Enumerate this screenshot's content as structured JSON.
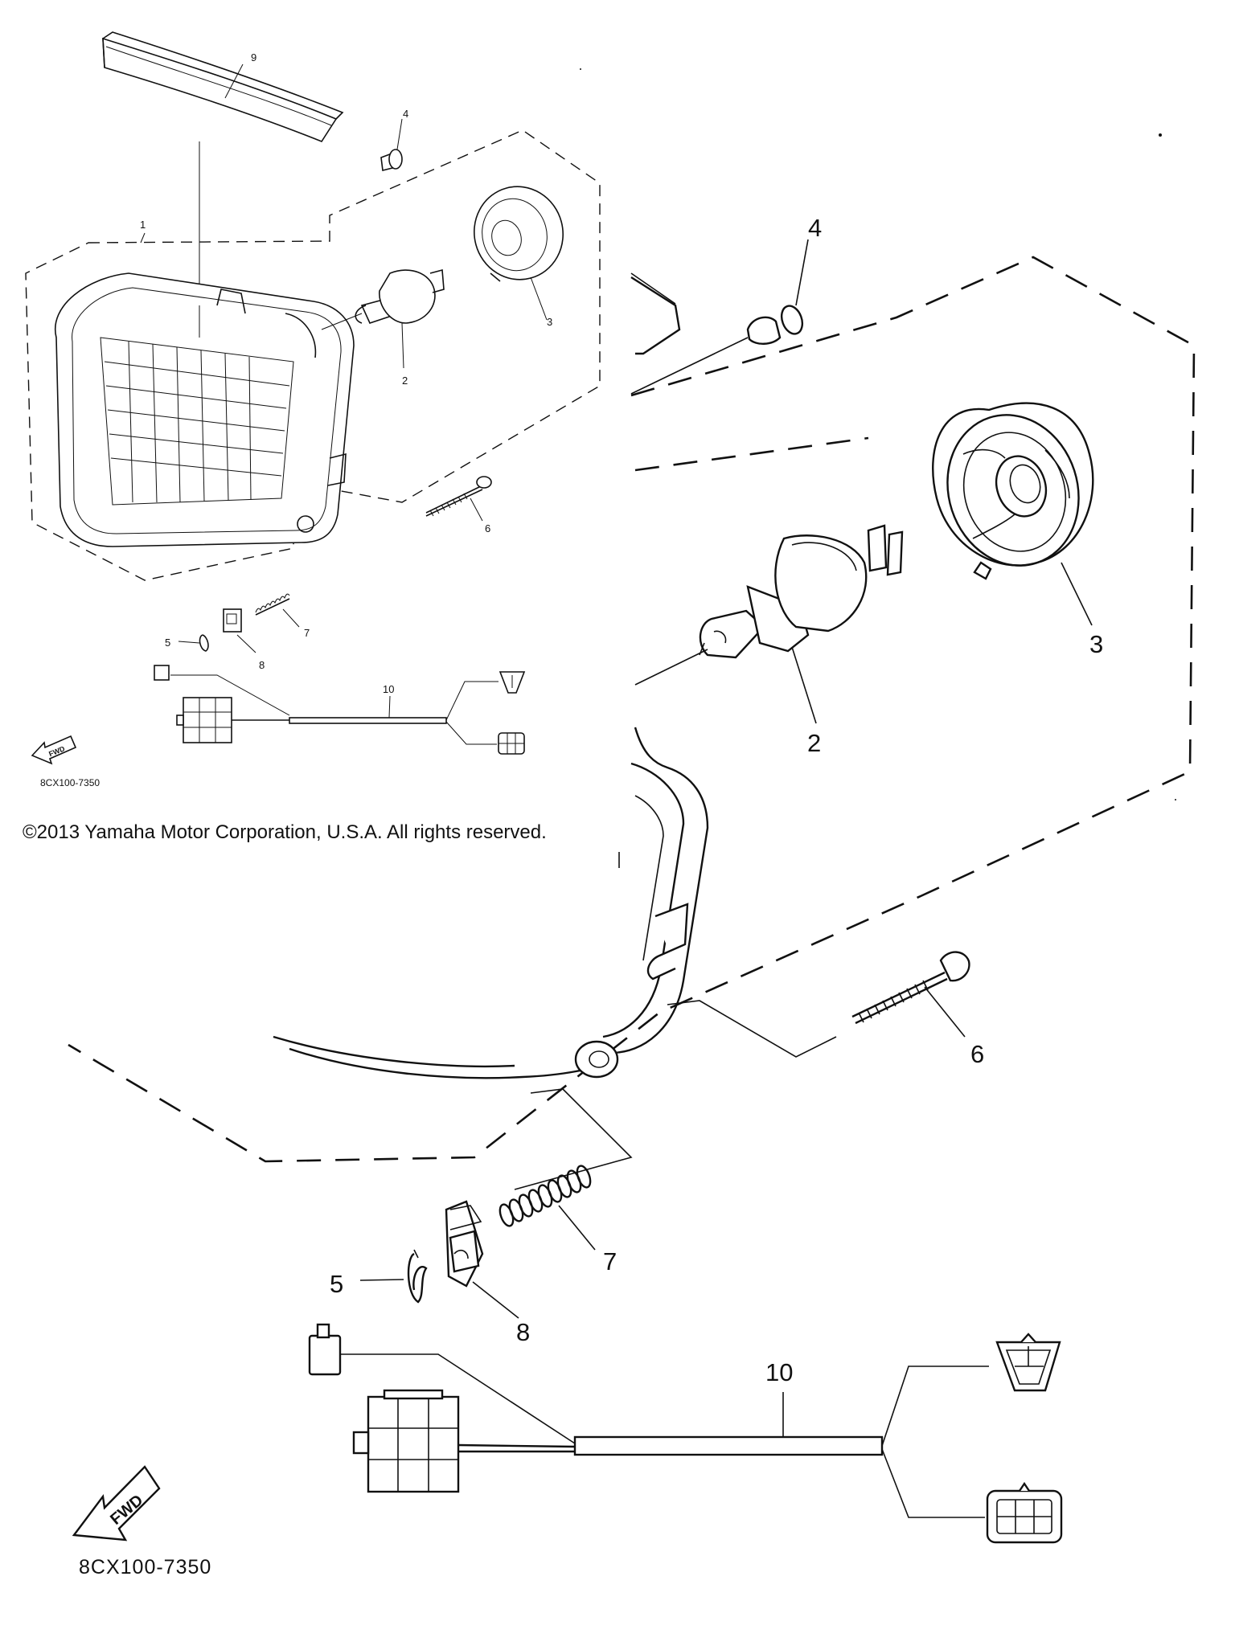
{
  "callouts_small": {
    "p1": "1",
    "p2": "2",
    "p3": "3",
    "p4": "4",
    "p5": "5",
    "p6": "6",
    "p7": "7",
    "p8": "8",
    "p9": "9",
    "p10": "10"
  },
  "callouts_large": {
    "p2": "2",
    "p3": "3",
    "p4": "4",
    "p5": "5",
    "p6": "6",
    "p7": "7",
    "p8": "8",
    "p10": "10"
  },
  "fwd_label": "FWD",
  "diagram_code": "8CX100-7350",
  "copyright": "©2013 Yamaha Motor Corporation, U.S.A. All rights reserved."
}
